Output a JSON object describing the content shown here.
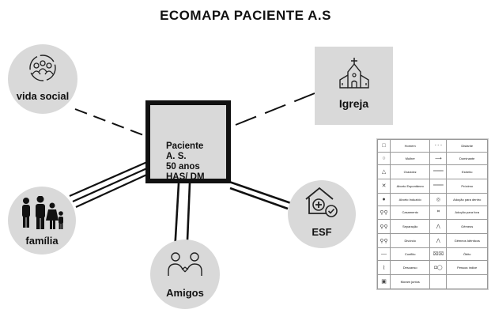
{
  "title": "ECOMAPA PACIENTE  A.S",
  "center": {
    "lines": [
      "Paciente",
      "A. S.",
      "50 anos",
      "HAS/ DM"
    ]
  },
  "nodes": {
    "vida_social": {
      "label": "vida social",
      "icon": "people-group-icon"
    },
    "igreja": {
      "label": "Igreja",
      "icon": "church-icon"
    },
    "familia": {
      "label": "família",
      "icon": "family-icon"
    },
    "amigos": {
      "label": "Amigos",
      "icon": "friends-icon"
    },
    "esf": {
      "label": "ESF",
      "icon": "health-house-icon"
    }
  },
  "legend": {
    "rows": [
      [
        "Homem",
        "Distante"
      ],
      [
        "Mulher",
        "Dominante"
      ],
      [
        "Gravidez",
        "Estreito"
      ],
      [
        "Aborto Espontâneo",
        "Próximo"
      ],
      [
        "Aborto Induzido",
        "Adoção para dentro"
      ],
      [
        "Casamento",
        "Adoção para fora"
      ],
      [
        "Separação",
        "Gêmeos"
      ],
      [
        "Divórcio",
        "Gêmeos Idênticos"
      ],
      [
        "Conflito",
        "Óbito"
      ],
      [
        "Descanso",
        "Pessoa índice"
      ],
      [
        "Moram juntos",
        ""
      ]
    ]
  }
}
